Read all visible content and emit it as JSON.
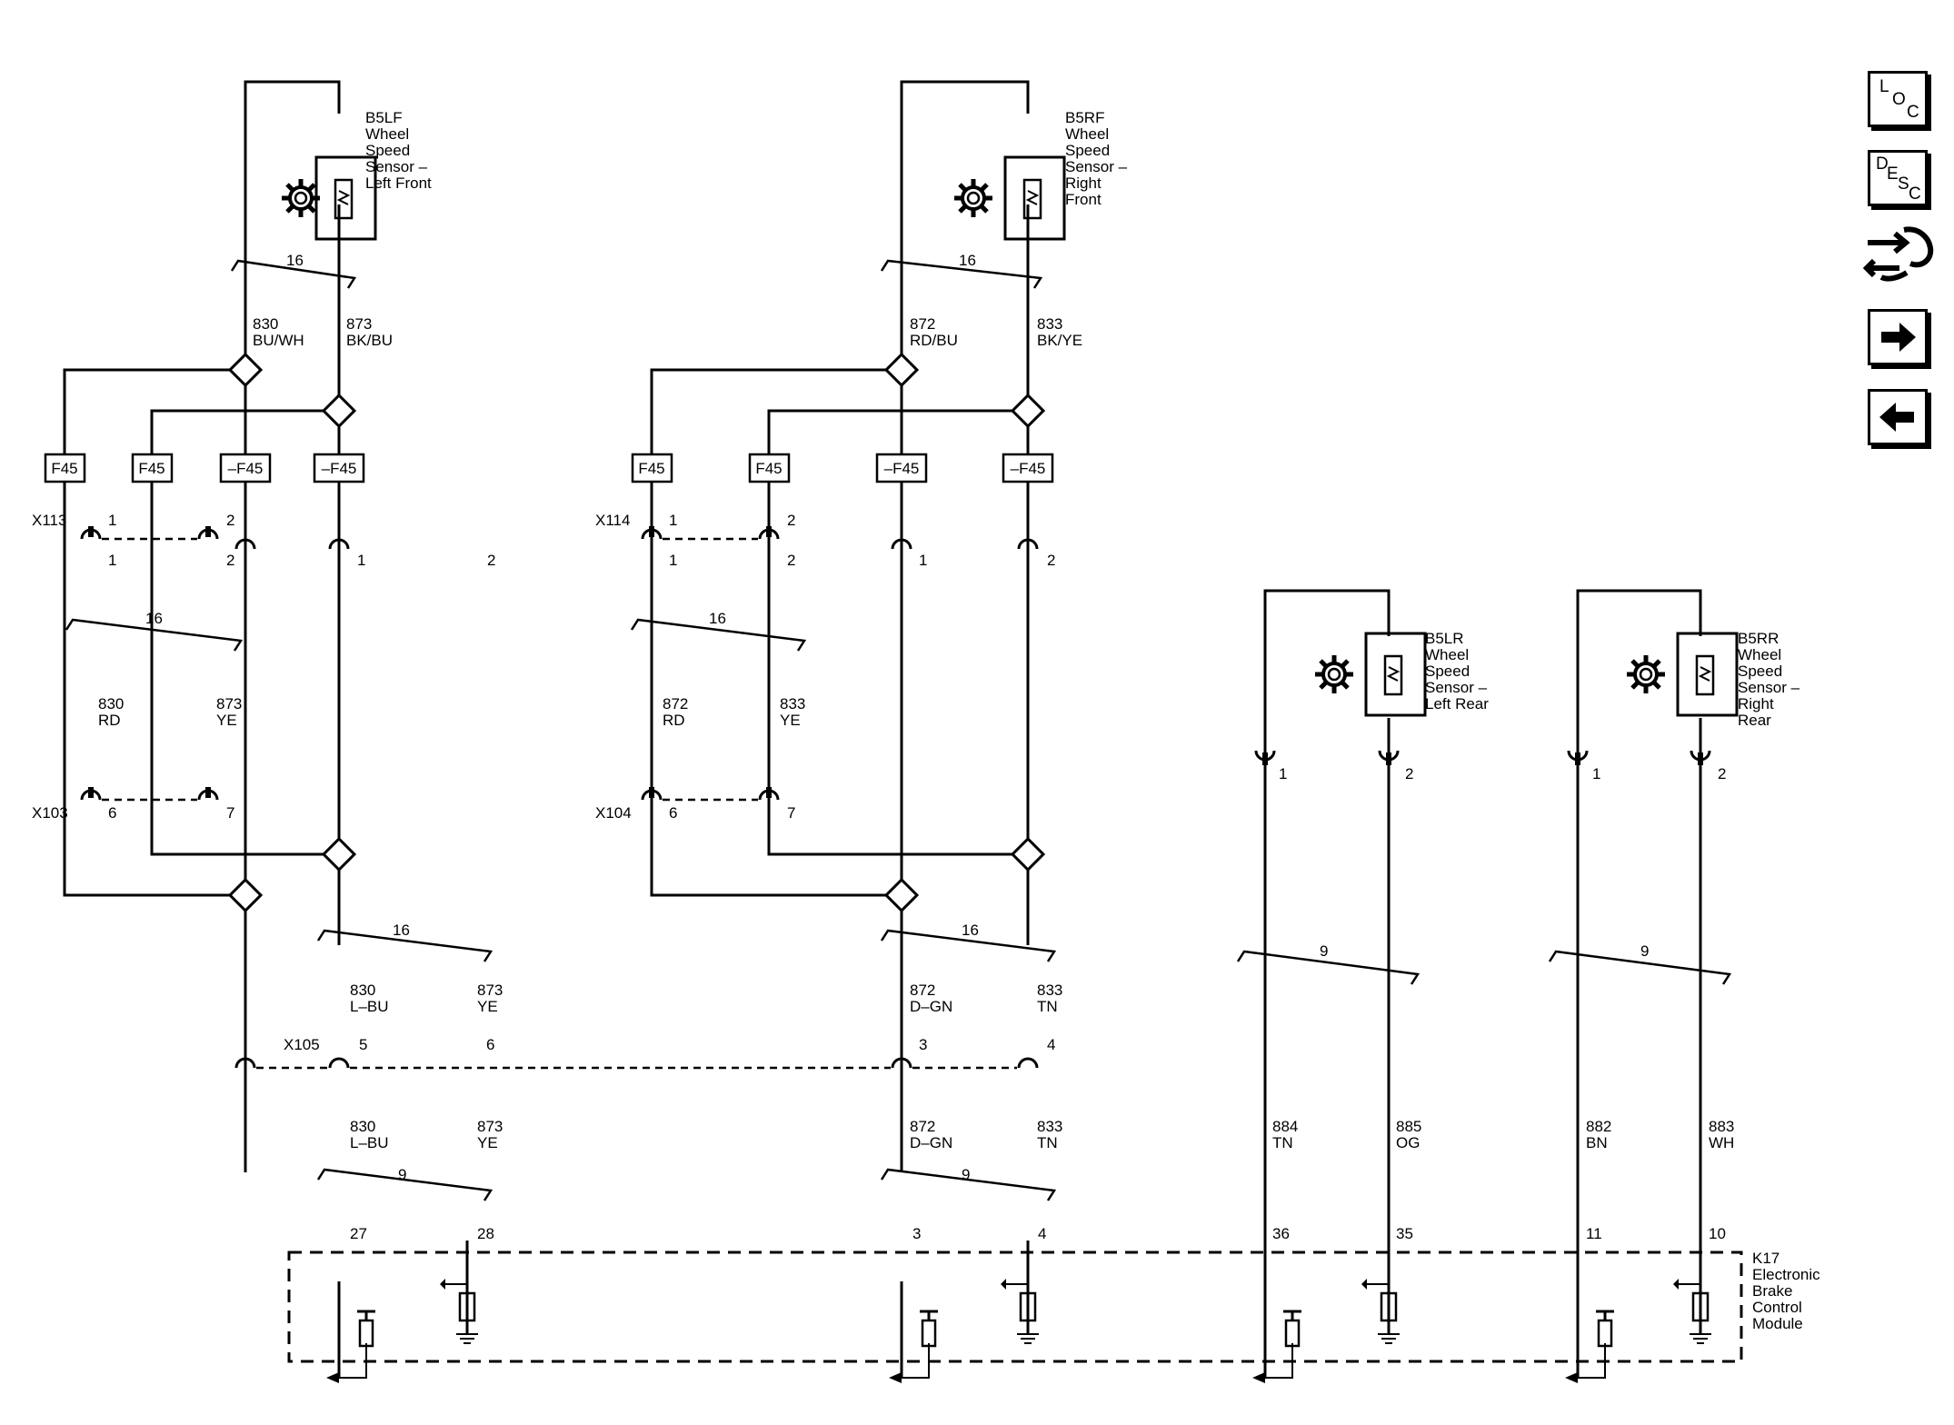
{
  "left_front": {
    "sensor": {
      "id": "B5LF",
      "l1": "Wheel",
      "l2": "Speed",
      "l3": "Sensor –",
      "l4": "Left Front"
    },
    "bundle_top": "16",
    "bundle_mid": "16",
    "bundle_low": "16",
    "bundle_bottom": "9",
    "wire_a_top": {
      "circuit": "830",
      "color": "BU/WH"
    },
    "wire_b_top": {
      "circuit": "873",
      "color": "BK/BU"
    },
    "opt_labels": [
      "F45",
      "F45",
      "–F45",
      "–F45"
    ],
    "conn_top": {
      "name": "X113",
      "pins_up": [
        "1",
        "2"
      ],
      "pins_dn": [
        "1",
        "2"
      ],
      "alt_pins": [
        "1",
        "2"
      ]
    },
    "wire_a_mid": {
      "circuit": "830",
      "color": "RD"
    },
    "wire_b_mid": {
      "circuit": "873",
      "color": "YE"
    },
    "conn_low": {
      "name": "X103",
      "pins": [
        "6",
        "7"
      ]
    },
    "wire_a_low": {
      "circuit": "830",
      "color": "L–BU"
    },
    "wire_b_low": {
      "circuit": "873",
      "color": "YE"
    },
    "x105_pins": [
      "5",
      "6"
    ],
    "wire_a_bot": {
      "circuit": "830",
      "color": "L–BU"
    },
    "wire_b_bot": {
      "circuit": "873",
      "color": "YE"
    },
    "module_pins": [
      "27",
      "28"
    ]
  },
  "right_front": {
    "sensor": {
      "id": "B5RF",
      "l1": "Wheel",
      "l2": "Speed",
      "l3": "Sensor –",
      "l4": "Right",
      "l5": "Front"
    },
    "bundle_top": "16",
    "bundle_mid": "16",
    "bundle_low": "16",
    "bundle_bottom": "9",
    "wire_a_top": {
      "circuit": "872",
      "color": "RD/BU"
    },
    "wire_b_top": {
      "circuit": "833",
      "color": "BK/YE"
    },
    "opt_labels": [
      "F45",
      "F45",
      "–F45",
      "–F45"
    ],
    "conn_top": {
      "name": "X114",
      "pins_up": [
        "1",
        "2"
      ],
      "pins_dn": [
        "1",
        "2"
      ],
      "alt_pins": [
        "1",
        "2"
      ]
    },
    "wire_a_mid": {
      "circuit": "872",
      "color": "RD"
    },
    "wire_b_mid": {
      "circuit": "833",
      "color": "YE"
    },
    "conn_low": {
      "name": "X104",
      "pins": [
        "6",
        "7"
      ]
    },
    "wire_a_low": {
      "circuit": "872",
      "color": "D–GN"
    },
    "wire_b_low": {
      "circuit": "833",
      "color": "TN"
    },
    "x105_pins": [
      "3",
      "4"
    ],
    "wire_a_bot": {
      "circuit": "872",
      "color": "D–GN"
    },
    "wire_b_bot": {
      "circuit": "833",
      "color": "TN"
    },
    "module_pins": [
      "3",
      "4"
    ]
  },
  "left_rear": {
    "sensor": {
      "id": "B5LR",
      "l1": "Wheel",
      "l2": "Speed",
      "l3": "Sensor –",
      "l4": "Left Rear"
    },
    "pins": [
      "1",
      "2"
    ],
    "bundle": "9",
    "wire_a": {
      "circuit": "884",
      "color": "TN"
    },
    "wire_b": {
      "circuit": "885",
      "color": "OG"
    },
    "module_pins": [
      "36",
      "35"
    ]
  },
  "right_rear": {
    "sensor": {
      "id": "B5RR",
      "l1": "Wheel",
      "l2": "Speed",
      "l3": "Sensor –",
      "l4": "Right",
      "l5": "Rear"
    },
    "pins": [
      "1",
      "2"
    ],
    "bundle": "9",
    "wire_a": {
      "circuit": "882",
      "color": "BN"
    },
    "wire_b": {
      "circuit": "883",
      "color": "WH"
    },
    "module_pins": [
      "11",
      "10"
    ]
  },
  "x105_name": "X105",
  "module": {
    "id": "K17",
    "l1": "Electronic",
    "l2": "Brake",
    "l3": "Control",
    "l4": "Module"
  },
  "nav": {
    "loc": [
      "L",
      "O",
      "C"
    ],
    "desc": [
      "D",
      "E",
      "S",
      "C"
    ],
    "icons": [
      "connector-flow-icon",
      "arrow-right-icon",
      "arrow-left-icon"
    ]
  }
}
